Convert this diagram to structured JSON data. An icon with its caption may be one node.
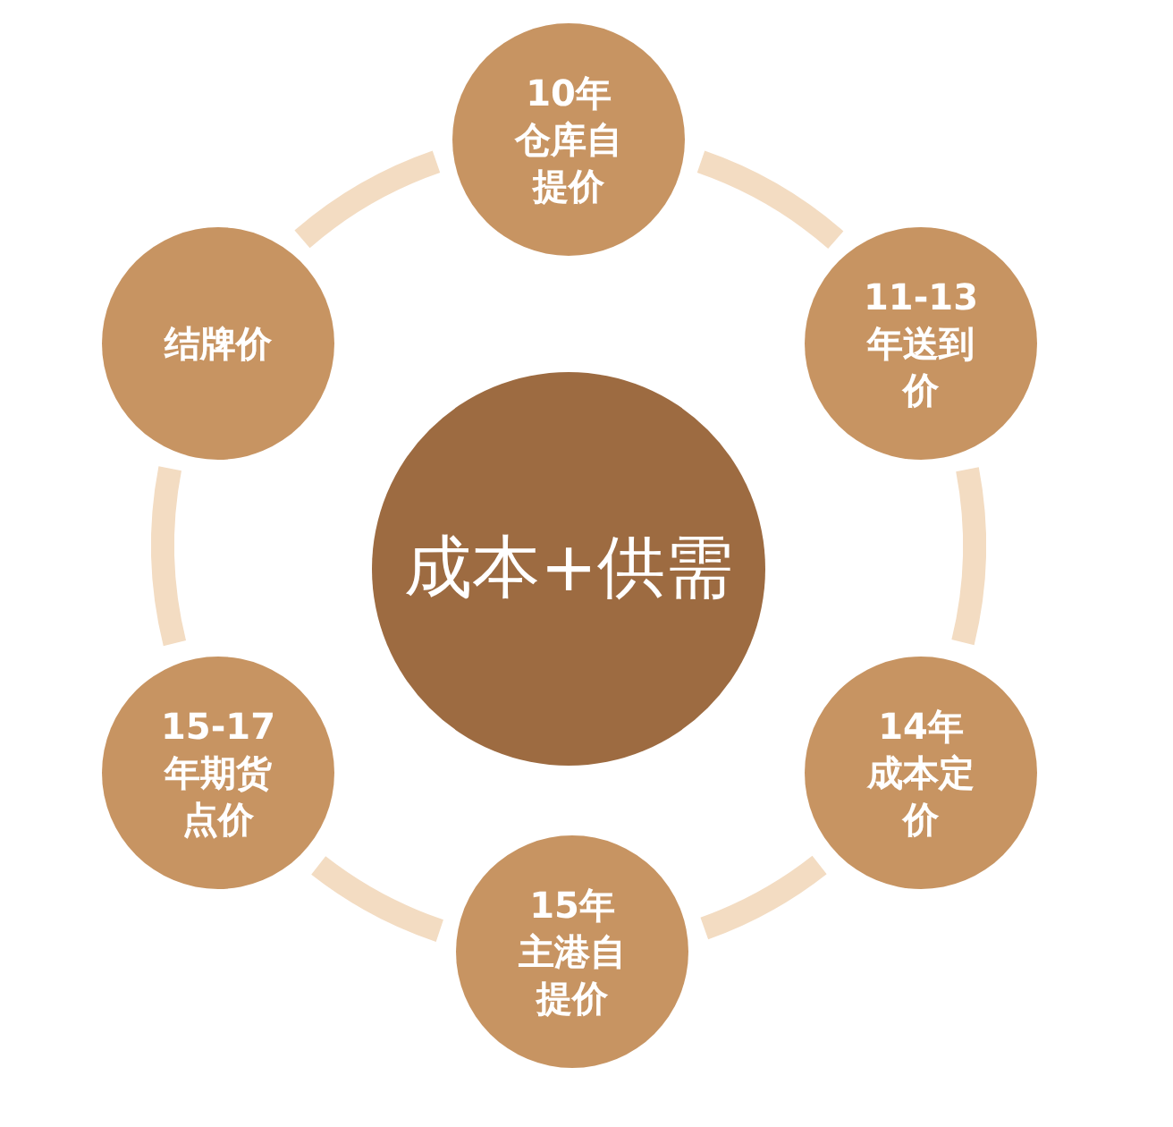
{
  "diagram": {
    "nodes": [
      {
        "text": [
          "成本+供需"
        ]
      },
      {
        "text": [
          "10年仓库自提价"
        ]
      },
      {
        "text": [
          "11-13年送到价"
        ]
      },
      {
        "text": [
          "14年成本定价"
        ]
      },
      {
        "text": [
          "15年主港自提价"
        ]
      },
      {
        "text": [
          "15-17年期货点价"
        ]
      },
      {
        "text": [
          "结牌价"
        ]
      }
    ],
    "edges": [
      {
        "from": 1,
        "to": 2,
        "arrow": "none"
      },
      {
        "from": 2,
        "to": 3,
        "arrow": "none"
      },
      {
        "from": 3,
        "to": 4,
        "arrow": "none"
      },
      {
        "from": 4,
        "to": 5,
        "arrow": "none"
      },
      {
        "from": 5,
        "to": 6,
        "arrow": "none"
      },
      {
        "from": 6,
        "to": 1,
        "arrow": "none"
      }
    ]
  }
}
